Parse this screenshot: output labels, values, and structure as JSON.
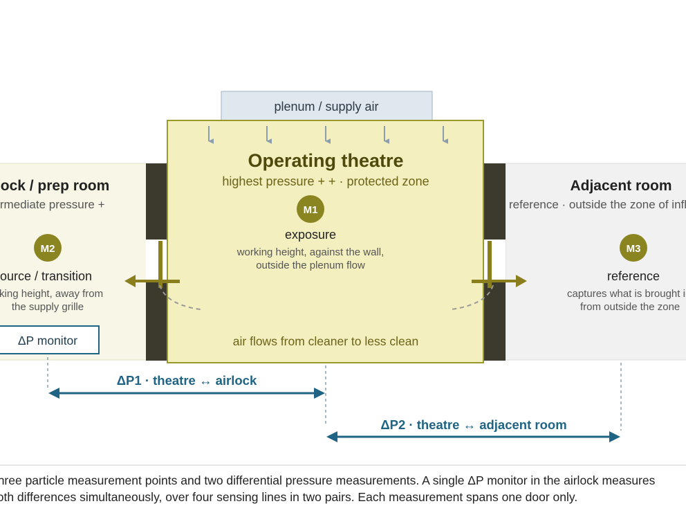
{
  "plenum_label": "plenum / supply air",
  "theatre": {
    "title": "Operating theatre",
    "subtitle": "highest pressure + + · protected zone",
    "marker": "M1",
    "point_title": "exposure",
    "point_desc_1": "working height, against the wall,",
    "point_desc_2": "outside the plenum flow",
    "flow_note": "air flows from cleaner to less clean"
  },
  "airlock": {
    "title": "Airlock / prep room",
    "subtitle": "intermediate pressure +",
    "marker": "M2",
    "point_title": "source / transition",
    "point_desc_1": "working height, away from",
    "point_desc_2": "the supply grille",
    "monitor_label": "ΔP monitor"
  },
  "adjacent": {
    "title": "Adjacent room",
    "subtitle": "reference · outside the zone of influence",
    "marker": "M3",
    "point_title": "reference",
    "point_desc_1": "captures what is brought in",
    "point_desc_2": "from outside the zone"
  },
  "dp1_label": "ΔP1 · theatre ↔ airlock",
  "dp2_label": "ΔP2 · theatre ↔ adjacent room",
  "caption_1": "Three particle measurement points and two differential pressure measurements. A single ΔP monitor in the airlock measures",
  "caption_2": "both differences simultaneously, over four sensing lines in two pairs. Each measurement spans one door only.",
  "colors": {
    "theatre_fill": "#f3efbe",
    "theatre_border": "#9a9a2a",
    "theatre_text": "#4f4a0c",
    "marker": "#8a8421",
    "airlock_fill": "#f8f6e6",
    "adjacent_fill": "#f1f1f1",
    "wall": "#3b3a2d",
    "plenum_fill": "#e0e8ef",
    "plenum_border": "#9fb1c1",
    "supply_arrow": "#8c9eae",
    "dp_arrow": "#1f6485",
    "door": "#8a7f1c"
  },
  "icons": [
    "supply-air-arrow",
    "door-swing-arrow",
    "dp-double-arrow"
  ]
}
